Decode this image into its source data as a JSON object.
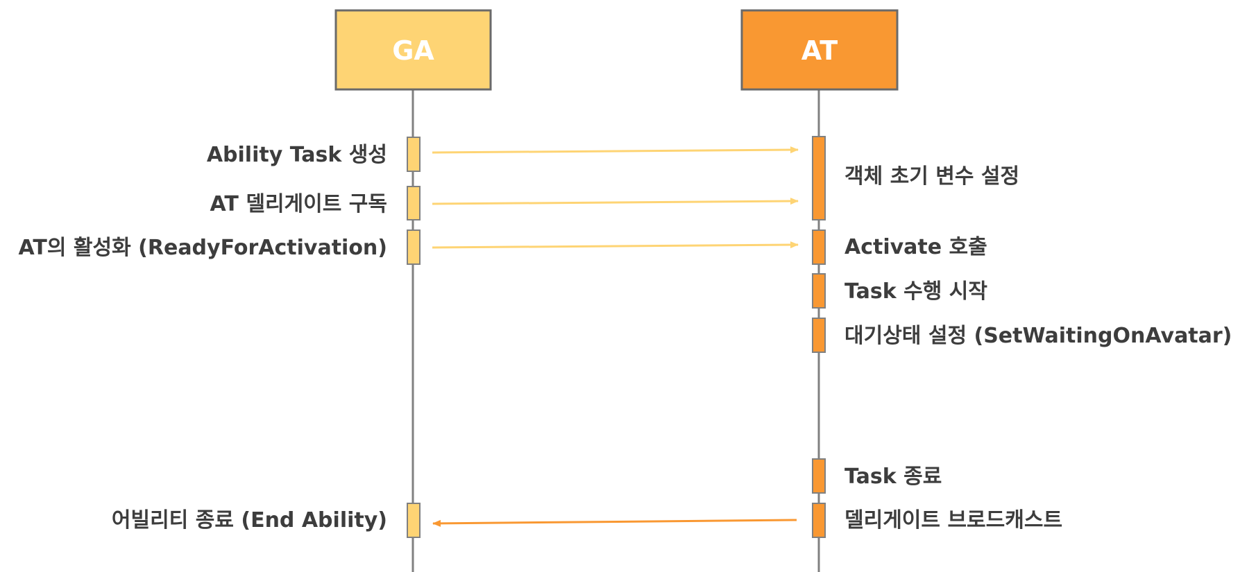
{
  "participants": {
    "ga": {
      "label": "GA",
      "fill": "#FED474",
      "activation_fill": "#FED474"
    },
    "at": {
      "label": "AT",
      "fill": "#F99832",
      "activation_fill": "#F99832"
    }
  },
  "colors": {
    "lifeline": "#808080",
    "arrow_to_at": "#FED474",
    "arrow_to_ga": "#F99832",
    "text": "#3d3d3d"
  },
  "ga_labels": {
    "create_task": "Ability Task 생성",
    "subscribe_delegate": "AT 델리게이트 구독",
    "activate_at": "AT의 활성화 (ReadyForActivation)",
    "end_ability": "어빌리티 종료 (End Ability)"
  },
  "at_labels": {
    "init_vars": "객체 초기 변수 설정",
    "activate_call": "Activate 호출",
    "task_start": "Task 수행 시작",
    "waiting_state": "대기상태 설정 (SetWaitingOnAvatar)",
    "task_end": "Task 종료",
    "broadcast": "델리게이트 브로드캐스트"
  }
}
